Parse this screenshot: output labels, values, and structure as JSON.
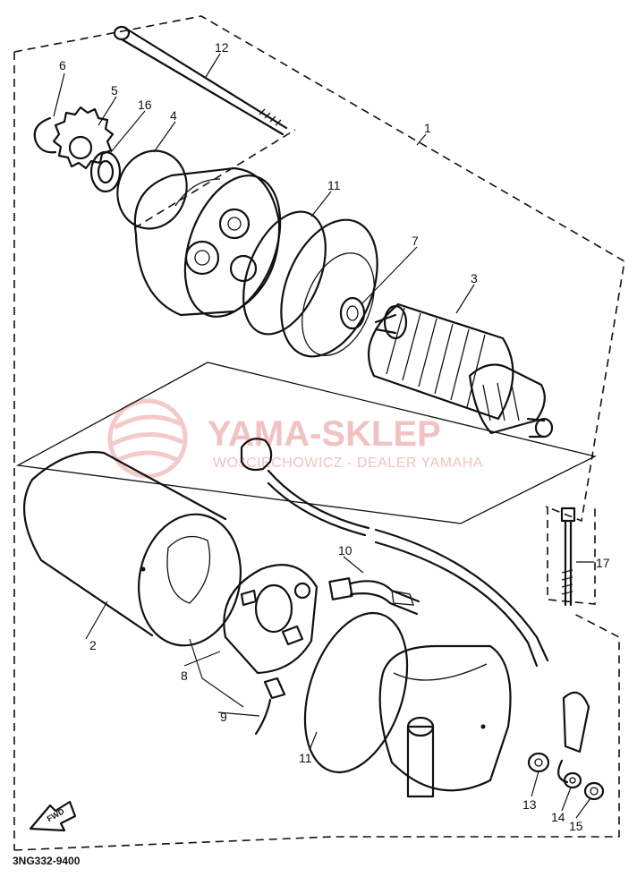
{
  "diagram": {
    "code": "3NG332-9400",
    "fwd_label": "FWD",
    "callouts": {
      "c1": "1",
      "c2": "2",
      "c3": "3",
      "c4": "4",
      "c5": "5",
      "c6": "6",
      "c7": "7",
      "c8": "8",
      "c9": "9",
      "c10": "10",
      "c11a": "11",
      "c11b": "11",
      "c12": "12",
      "c13": "13",
      "c14": "14",
      "c15": "15",
      "c16": "16",
      "c17": "17"
    }
  },
  "watermark": {
    "title": "YAMA-SKLEP",
    "subtitle": "WOJCIECHOWICZ - DEALER YAMAHA",
    "color": "#f2c2c2"
  }
}
